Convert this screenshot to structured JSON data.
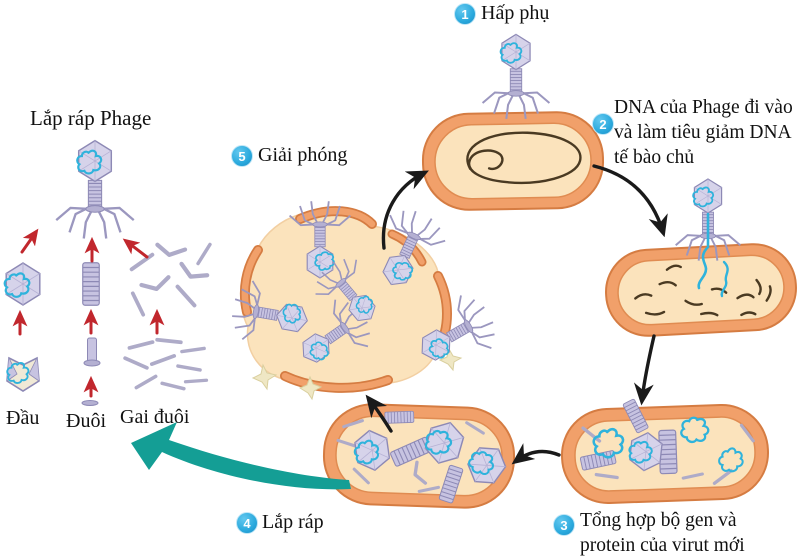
{
  "title": "Lắp ráp Phage",
  "steps": [
    {
      "num": "1",
      "label": "Hấp phụ"
    },
    {
      "num": "2",
      "label": "DNA của Phage đi vào và làm tiêu giảm DNA tế bào chủ"
    },
    {
      "num": "3",
      "label": "Tổng hợp bộ gen và protein của virut mới"
    },
    {
      "num": "4",
      "label": "Lắp ráp"
    },
    {
      "num": "5",
      "label": "Giải phóng"
    }
  ],
  "parts": [
    {
      "label": "Đầu"
    },
    {
      "label": "Đuôi"
    },
    {
      "label": "Gai đuôi"
    }
  ],
  "colors": {
    "step_badge": "#2aa9dd",
    "release_arrow": "#149e95",
    "assembly_arrow": "#c1272d",
    "cycle_arrow": "#1a1a1a",
    "phage_dna": "#2fb3dc",
    "phage_body": "#cdc9e5",
    "phage_outline": "#8d89b5",
    "cell_membrane": "#f1a06a",
    "cell_membrane_edge": "#d57c42",
    "cell_interior": "#fbe3bc",
    "host_dna": "#4a3a22"
  }
}
